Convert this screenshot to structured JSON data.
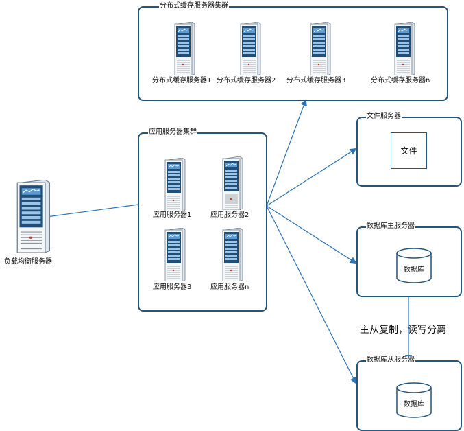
{
  "cache_cluster": {
    "title": "分布式缓存服务器集群",
    "servers": [
      "分布式缓存服务器1",
      "分布式缓存服务器2",
      "分布式缓存服务器3",
      "分布式缓存服务器n"
    ]
  },
  "app_cluster": {
    "title": "应用服务器集群",
    "servers": [
      "应用服务器1",
      "应用服务器2",
      "应用服务器3",
      "应用服务器n"
    ]
  },
  "load_balancer": {
    "label": "负载均衡服务器"
  },
  "file_server": {
    "title": "文件服务器",
    "item": "文件"
  },
  "db_master": {
    "title": "数据库主服务器",
    "db": "数据库"
  },
  "db_slave": {
    "title": "数据库从服务器",
    "db": "数据库"
  },
  "replication_label": "主从复制，读写分离",
  "colors": {
    "line": "#2e74b5",
    "box_border": "#24557a",
    "server_body": "#1f4e79"
  }
}
